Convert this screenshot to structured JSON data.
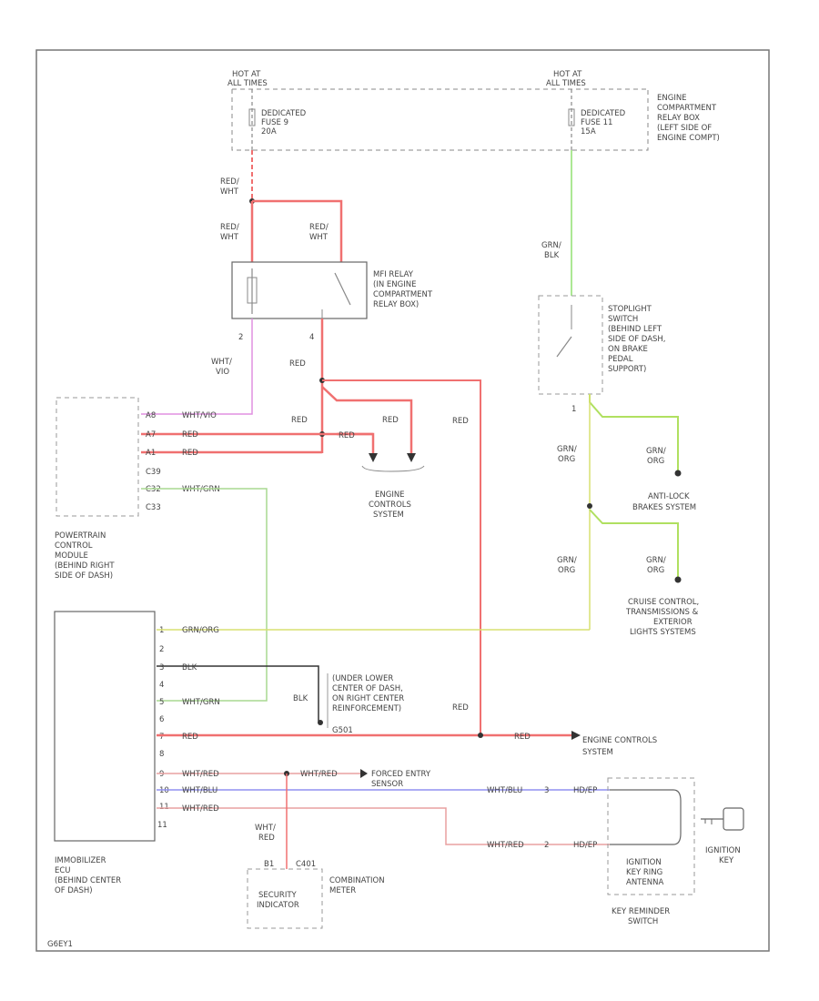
{
  "colors": {
    "red": "#f07070",
    "pink": "#e8a0a0",
    "green": "#90e070",
    "lightgreen": "#a8d890",
    "yellow": "#d8e070",
    "violet": "#e090e0",
    "blue": "#9090f0",
    "black": "#333333",
    "outline": "#555555"
  },
  "labels": {
    "hot1": "HOT AT",
    "hot1b": "ALL TIMES",
    "hot2": "HOT AT",
    "hot2b": "ALL TIMES",
    "fuse9a": "DEDICATED",
    "fuse9b": "FUSE 9",
    "fuse9c": "20A",
    "fuse11a": "DEDICATED",
    "fuse11b": "FUSE 11",
    "fuse11c": "15A",
    "relaybox1": "ENGINE",
    "relaybox2": "COMPARTMENT",
    "relaybox3": "RELAY BOX",
    "relaybox4": "(LEFT SIDE OF",
    "relaybox5": "ENGINE COMPT)",
    "redwht1a": "RED/",
    "redwht1b": "WHT",
    "redwht2a": "RED/",
    "redwht2b": "WHT",
    "redwht3a": "RED/",
    "redwht3b": "WHT",
    "mfi1": "MFI RELAY",
    "mfi2": "(IN ENGINE",
    "mfi3": "COMPARTMENT",
    "mfi4": "RELAY BOX)",
    "pin2": "2",
    "pin4": "4",
    "whtvio1": "WHT/",
    "whtvio2": "VIO",
    "red1": "RED",
    "red2": "RED",
    "red3": "RED",
    "red4": "RED",
    "red5": "RED",
    "grnblk1": "GRN/",
    "grnblk2": "BLK",
    "stop1": "STOPLIGHT",
    "stop2": "SWITCH",
    "stop3": "(BEHIND LEFT",
    "stop4": "SIDE OF DASH,",
    "stop5": "ON BRAKE",
    "stop6": "PEDAL",
    "stop7": "SUPPORT)",
    "pin1": "1",
    "grnorg1a": "GRN/",
    "grnorg1b": "ORG",
    "grnorg2a": "GRN/",
    "grnorg2b": "ORG",
    "grnorg3a": "GRN/",
    "grnorg3b": "ORG",
    "grnorg4a": "GRN/",
    "grnorg4b": "ORG",
    "abs1": "ANTI-LOCK",
    "abs2": "BRAKES SYSTEM",
    "cruise1": "CRUISE CONTROL,",
    "cruise2": "TRANSMISSIONS &",
    "cruise3": "EXTERIOR",
    "cruise4": "LIGHTS SYSTEMS",
    "pcmA8": "A8",
    "pcmA7": "A7",
    "pcmA1": "A1",
    "pcmC39": "C39",
    "pcmC32": "C32",
    "pcmC33": "C33",
    "pcmw1": "WHT/VIO",
    "pcmw2": "RED",
    "pcmw3": "RED",
    "pcmw4": "WHT/GRN",
    "pcm1": "POWERTRAIN",
    "pcm2": "CONTROL",
    "pcm3": "MODULE",
    "pcm4": "(BEHIND RIGHT",
    "pcm5": "SIDE OF DASH)",
    "ecs1": "ENGINE",
    "ecs2": "CONTROLS",
    "ecs3": "SYSTEM",
    "ecsred": "RED",
    "ecsred2": "RED",
    "im1": "1",
    "im2": "2",
    "im3": "3",
    "im4": "4",
    "im5": "5",
    "im6": "6",
    "im7": "7",
    "im8": "8",
    "im9": "9",
    "im10": "10",
    "im11": "11",
    "imw1": "GRN/ORG",
    "imw4": "BLK",
    "imw5": "WHT/GRN",
    "imw7": "RED",
    "imw9": "WHT/RED",
    "imw10": "WHT/BLU",
    "imw11": "WHT/RED",
    "blk": "BLK",
    "gnd1": "(UNDER LOWER",
    "gnd2": "CENTER OF DASH,",
    "gnd3": "ON RIGHT CENTER",
    "gnd4": "REINFORCEMENT)",
    "gnd5": "G501",
    "ecsb1": "ENGINE CONTROLS",
    "ecsb2": "SYSTEM",
    "ecsbred": "RED",
    "fe1": "FORCED ENTRY",
    "fe2": "SENSOR",
    "fered": "WHT/RED",
    "whtblu": "WHT/BLU",
    "whtred2": "WHT/RED",
    "kpin3": "3",
    "kpin2": "2",
    "kpinr": "HD/EP",
    "kpinr2": "HD/EP",
    "ig1": "IGNITION",
    "ig2": "KEY RING",
    "ig3": "ANTENNA",
    "igkey1": "IGNITION",
    "igkey2": "KEY",
    "krs1": "KEY REMINDER",
    "krs2": "SWITCH",
    "whtred3a": "WHT/",
    "whtred3b": "RED",
    "sec1": "SECURITY",
    "sec2": "INDICATOR",
    "secpin": "B1",
    "secc": "C401",
    "comb1": "COMBINATION",
    "comb2": "METER",
    "imm1": "IMMOBILIZER",
    "imm2": "ECU",
    "imm3": "(BEHIND CENTER",
    "imm4": "OF DASH)",
    "code": "G6EY1"
  }
}
